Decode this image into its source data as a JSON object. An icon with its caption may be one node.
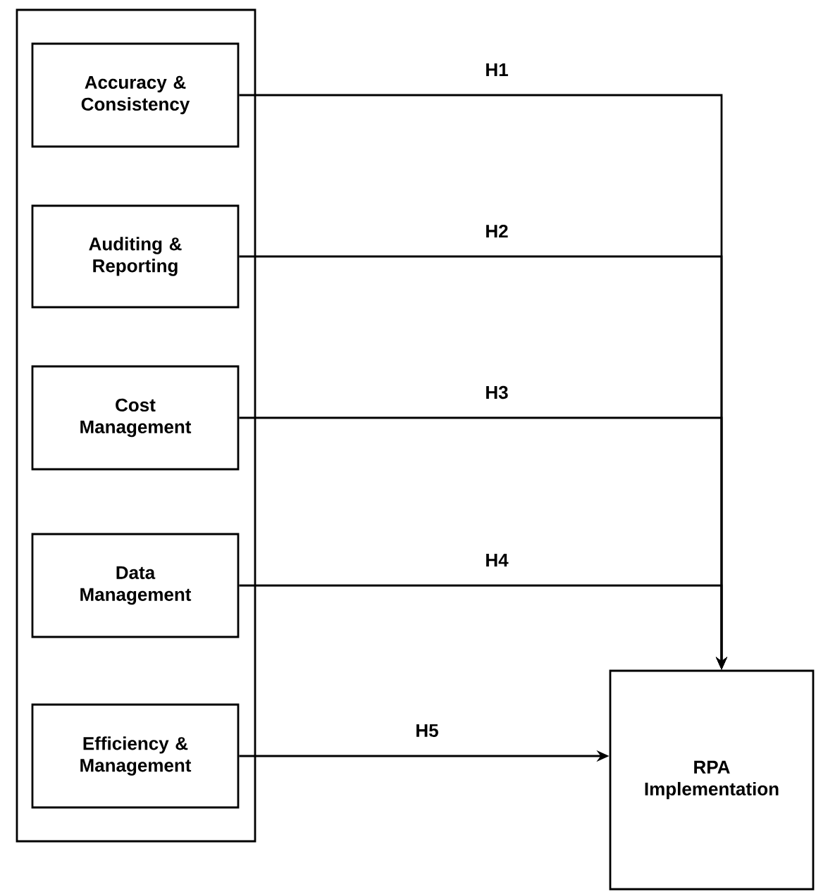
{
  "diagram": {
    "nodes": [
      {
        "text": [],
        "shape": "box"
      },
      {
        "text": [
          "Accuracy & Consistency"
        ],
        "in": 0
      },
      {
        "text": [
          "Auditing & Reporting"
        ],
        "in": 0
      },
      {
        "text": [
          "Cost Management"
        ],
        "in": 0
      },
      {
        "text": [
          "Data Management"
        ],
        "in": 0
      },
      {
        "text": [
          "Efficiency & Management"
        ],
        "in": 0
      },
      {
        "text": [
          "RPA Implementation"
        ]
      }
    ],
    "edges": [
      {
        "from": 1,
        "to": 6,
        "arrow": "to",
        "label": "H1"
      },
      {
        "from": 2,
        "to": 6,
        "arrow": "to",
        "label": "H2"
      },
      {
        "from": 3,
        "to": 6,
        "arrow": "to",
        "label": "H3"
      },
      {
        "from": 4,
        "to": 6,
        "arrow": "to",
        "label": "H4"
      },
      {
        "from": 5,
        "to": 6,
        "arrow": "to",
        "label": "H5"
      }
    ]
  }
}
